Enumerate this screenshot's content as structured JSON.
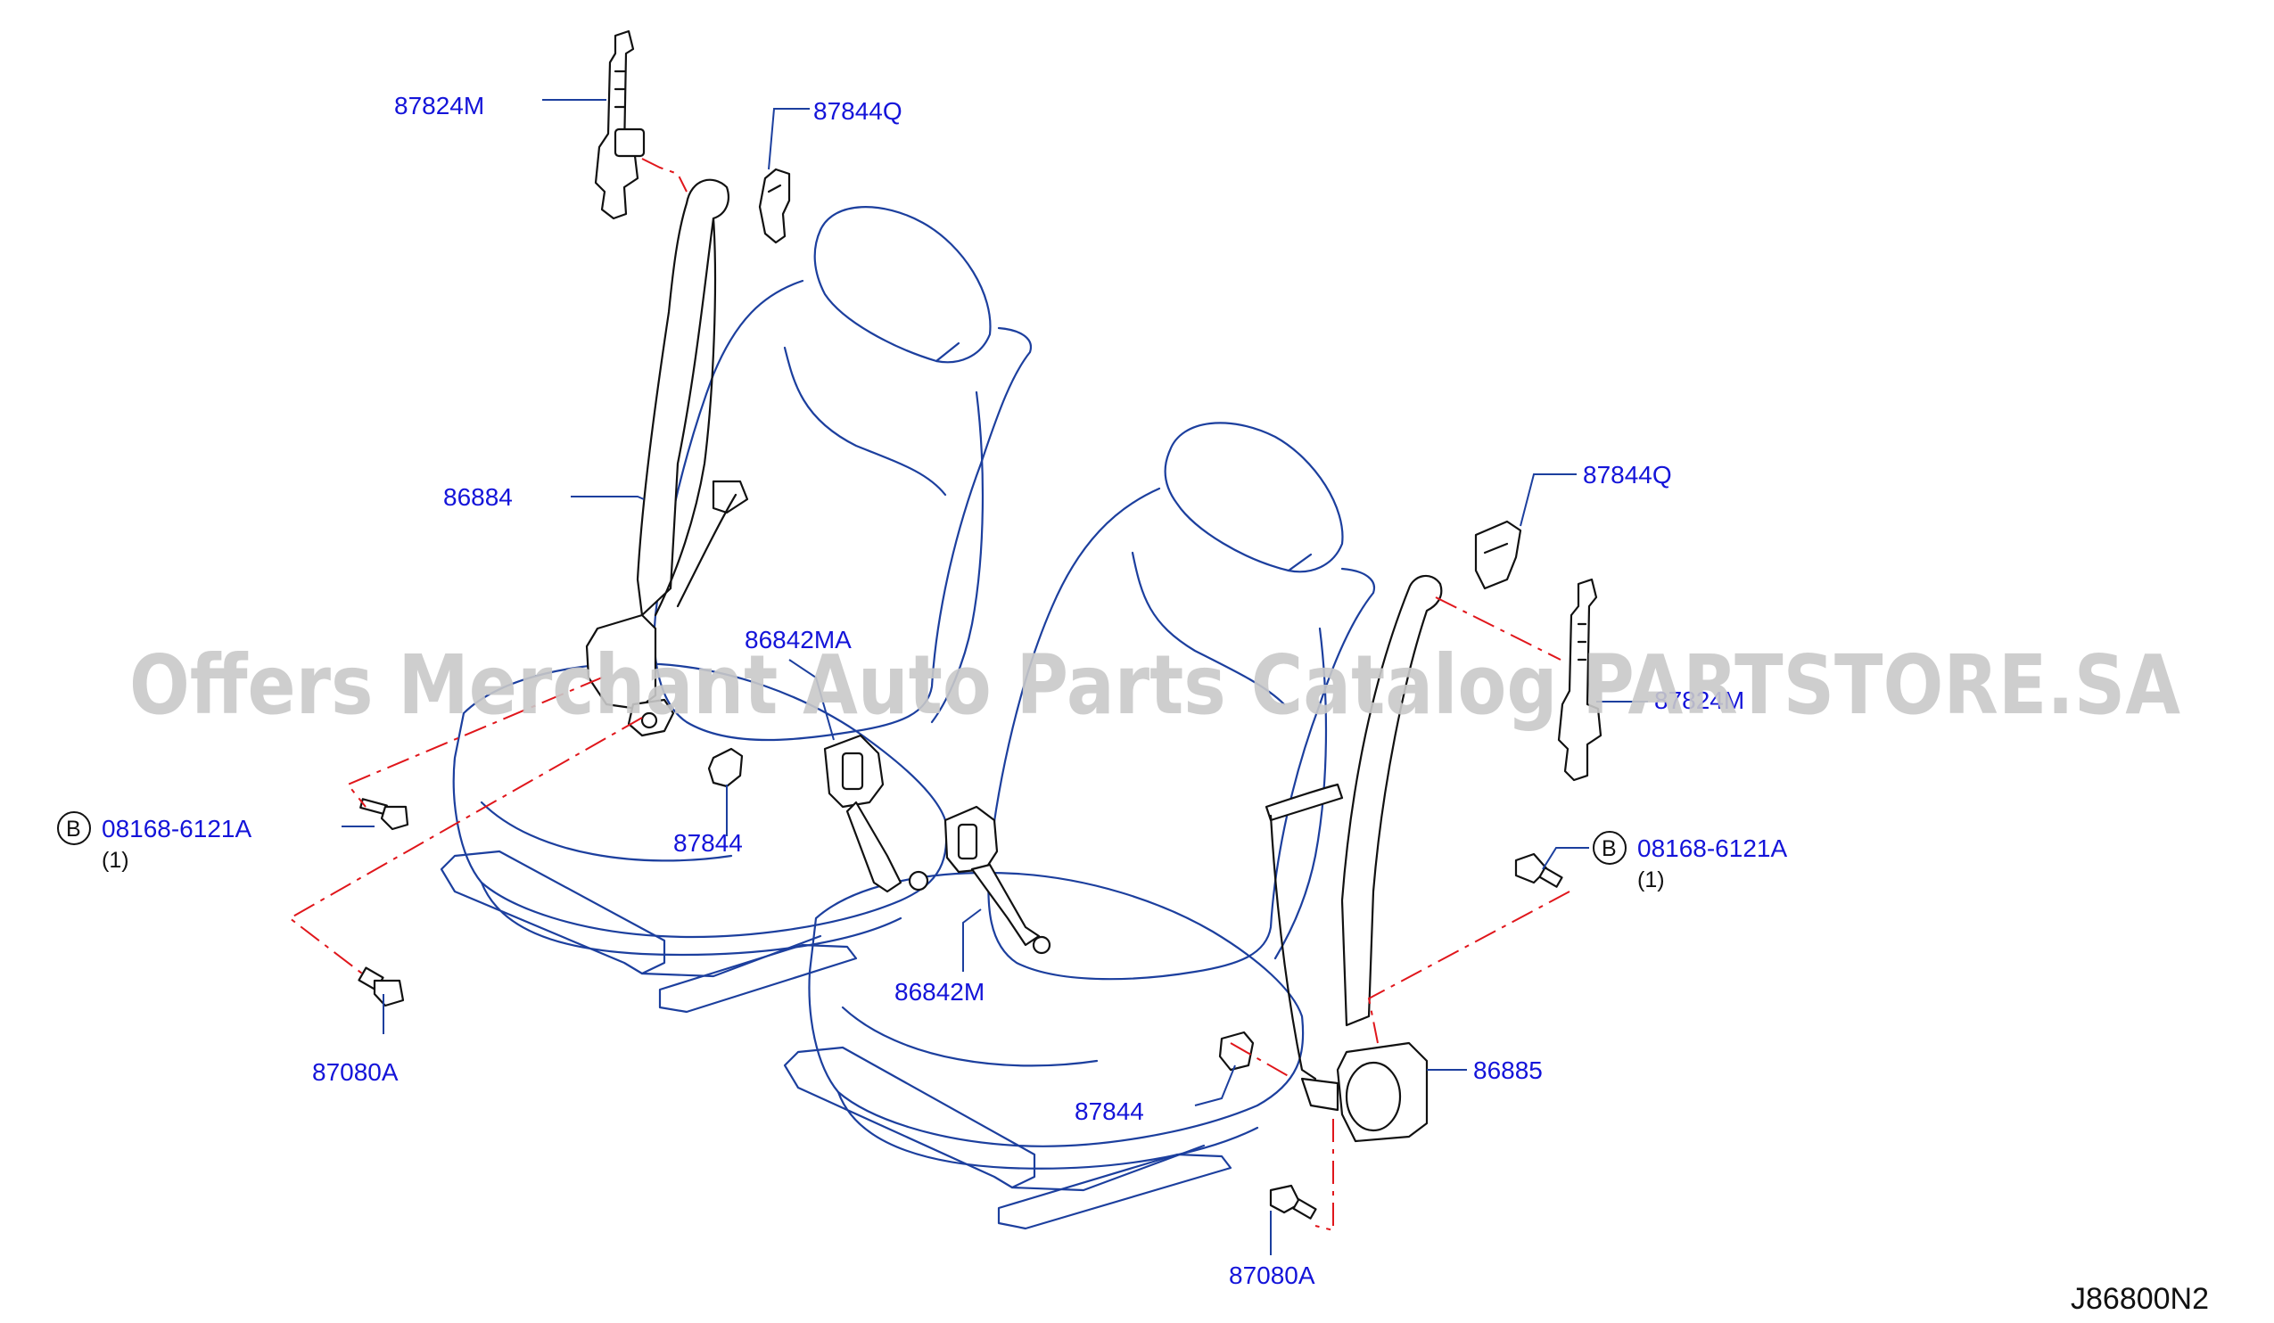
{
  "watermark": "Offers Merchant Auto Parts Catalog PARTSTORE.SA",
  "diagram_code": "J86800N2",
  "callouts": {
    "left_anchor": "87824M",
    "left_cover": "87844Q",
    "left_belt": "86884",
    "left_buckle": "86842MA",
    "left_small_cover": "87844",
    "left_bolt_b": "08168-6121A",
    "left_bolt_b_qty": "(1)",
    "left_bolt": "87080A",
    "right_cover": "87844Q",
    "right_anchor": "87824M",
    "right_bolt_b": "08168-6121A",
    "right_bolt_b_qty": "(1)",
    "right_buckle": "86842M",
    "right_small_cover": "87844",
    "right_retractor": "86885",
    "right_bolt": "87080A",
    "circle_label": "B"
  },
  "colors": {
    "seat_outline": "#1c3f9e",
    "callout_text": "#1414d9",
    "assembly_dash": "#e0161b",
    "part_line": "#111111",
    "watermark": "#c9c9c9"
  }
}
